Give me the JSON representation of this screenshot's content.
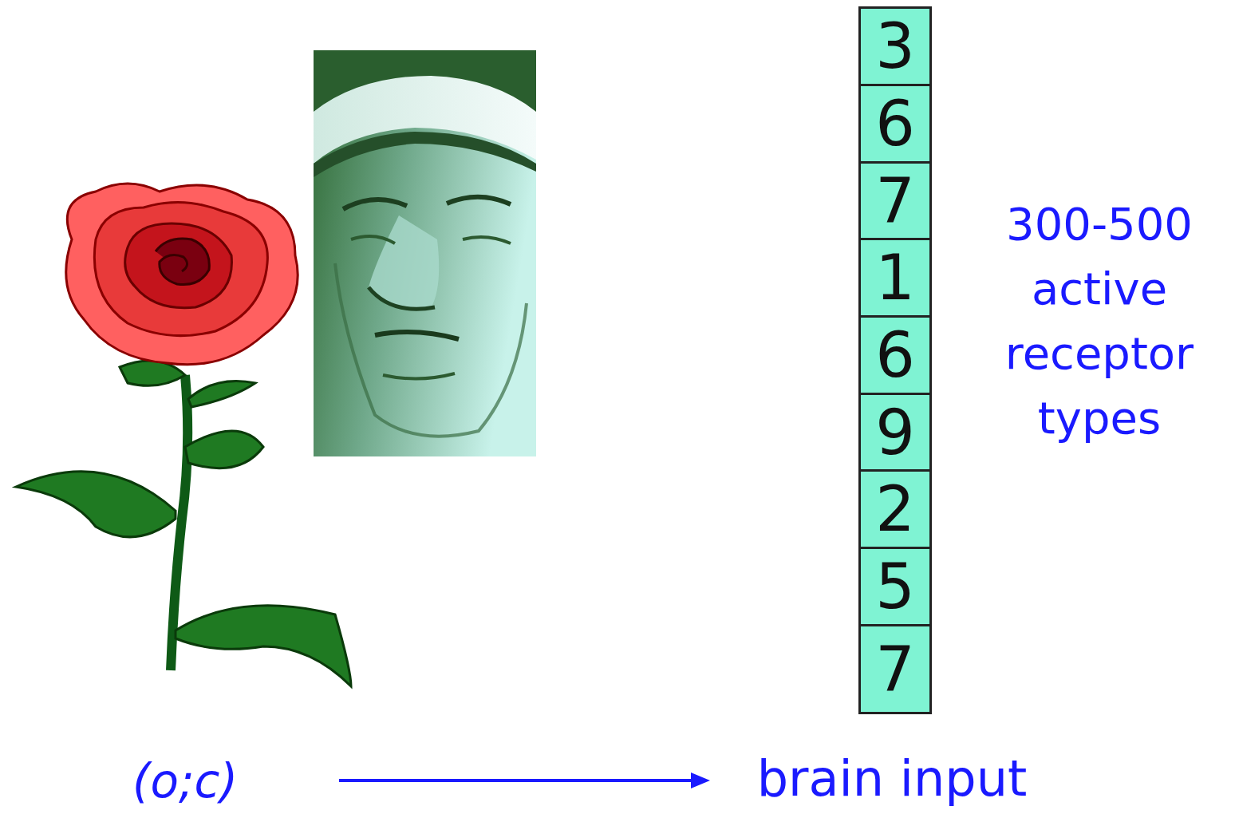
{
  "diagram": {
    "nodes": [
      {
        "text": [
          "3"
        ]
      },
      {
        "text": [
          "6"
        ]
      },
      {
        "text": [
          "7"
        ]
      },
      {
        "text": [
          "1"
        ]
      },
      {
        "text": [
          "6"
        ]
      },
      {
        "text": [
          "9"
        ]
      },
      {
        "text": [
          "2"
        ]
      },
      {
        "text": [
          "5"
        ]
      },
      {
        "text": [
          "7"
        ]
      }
    ],
    "labels": [
      "300-500 active receptor types",
      "(o;c)",
      "brain input"
    ]
  }
}
